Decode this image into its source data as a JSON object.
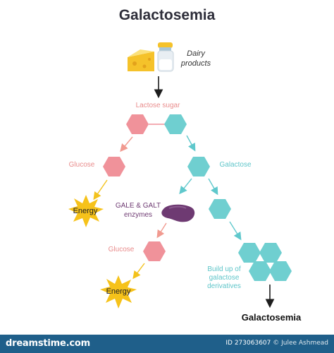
{
  "title": "Galactosemia",
  "labels": {
    "dairy_products_line1": "Dairy",
    "dairy_products_line2": "products",
    "lactose_sugar": "Lactose sugar",
    "glucose_1": "Glucose",
    "galactose": "Galactose",
    "enzymes_line1": "GALE & GALT",
    "enzymes_line2": "enzymes",
    "glucose_2": "Glucose",
    "buildup_line1": "Build up of",
    "buildup_line2": "galactose",
    "buildup_line3": "derivatives",
    "energy_1": "Energy",
    "energy_2": "Energy",
    "result": "Galactosemia"
  },
  "colors": {
    "pink_hex": "#f0929a",
    "teal_hex": "#6fcfd0",
    "pink_text": "#e98c8c",
    "teal_text": "#5ec5c9",
    "enzyme": "#6e3a72",
    "burst": "#f6c21a",
    "arrow_pink": "#f19a90",
    "arrow_teal": "#5fc8cc",
    "arrow_yellow": "#f3c21c"
  },
  "footer": {
    "brand": "dreamstime.com",
    "id_label": "ID 273063607",
    "credit": "© Julee Ashmead"
  }
}
